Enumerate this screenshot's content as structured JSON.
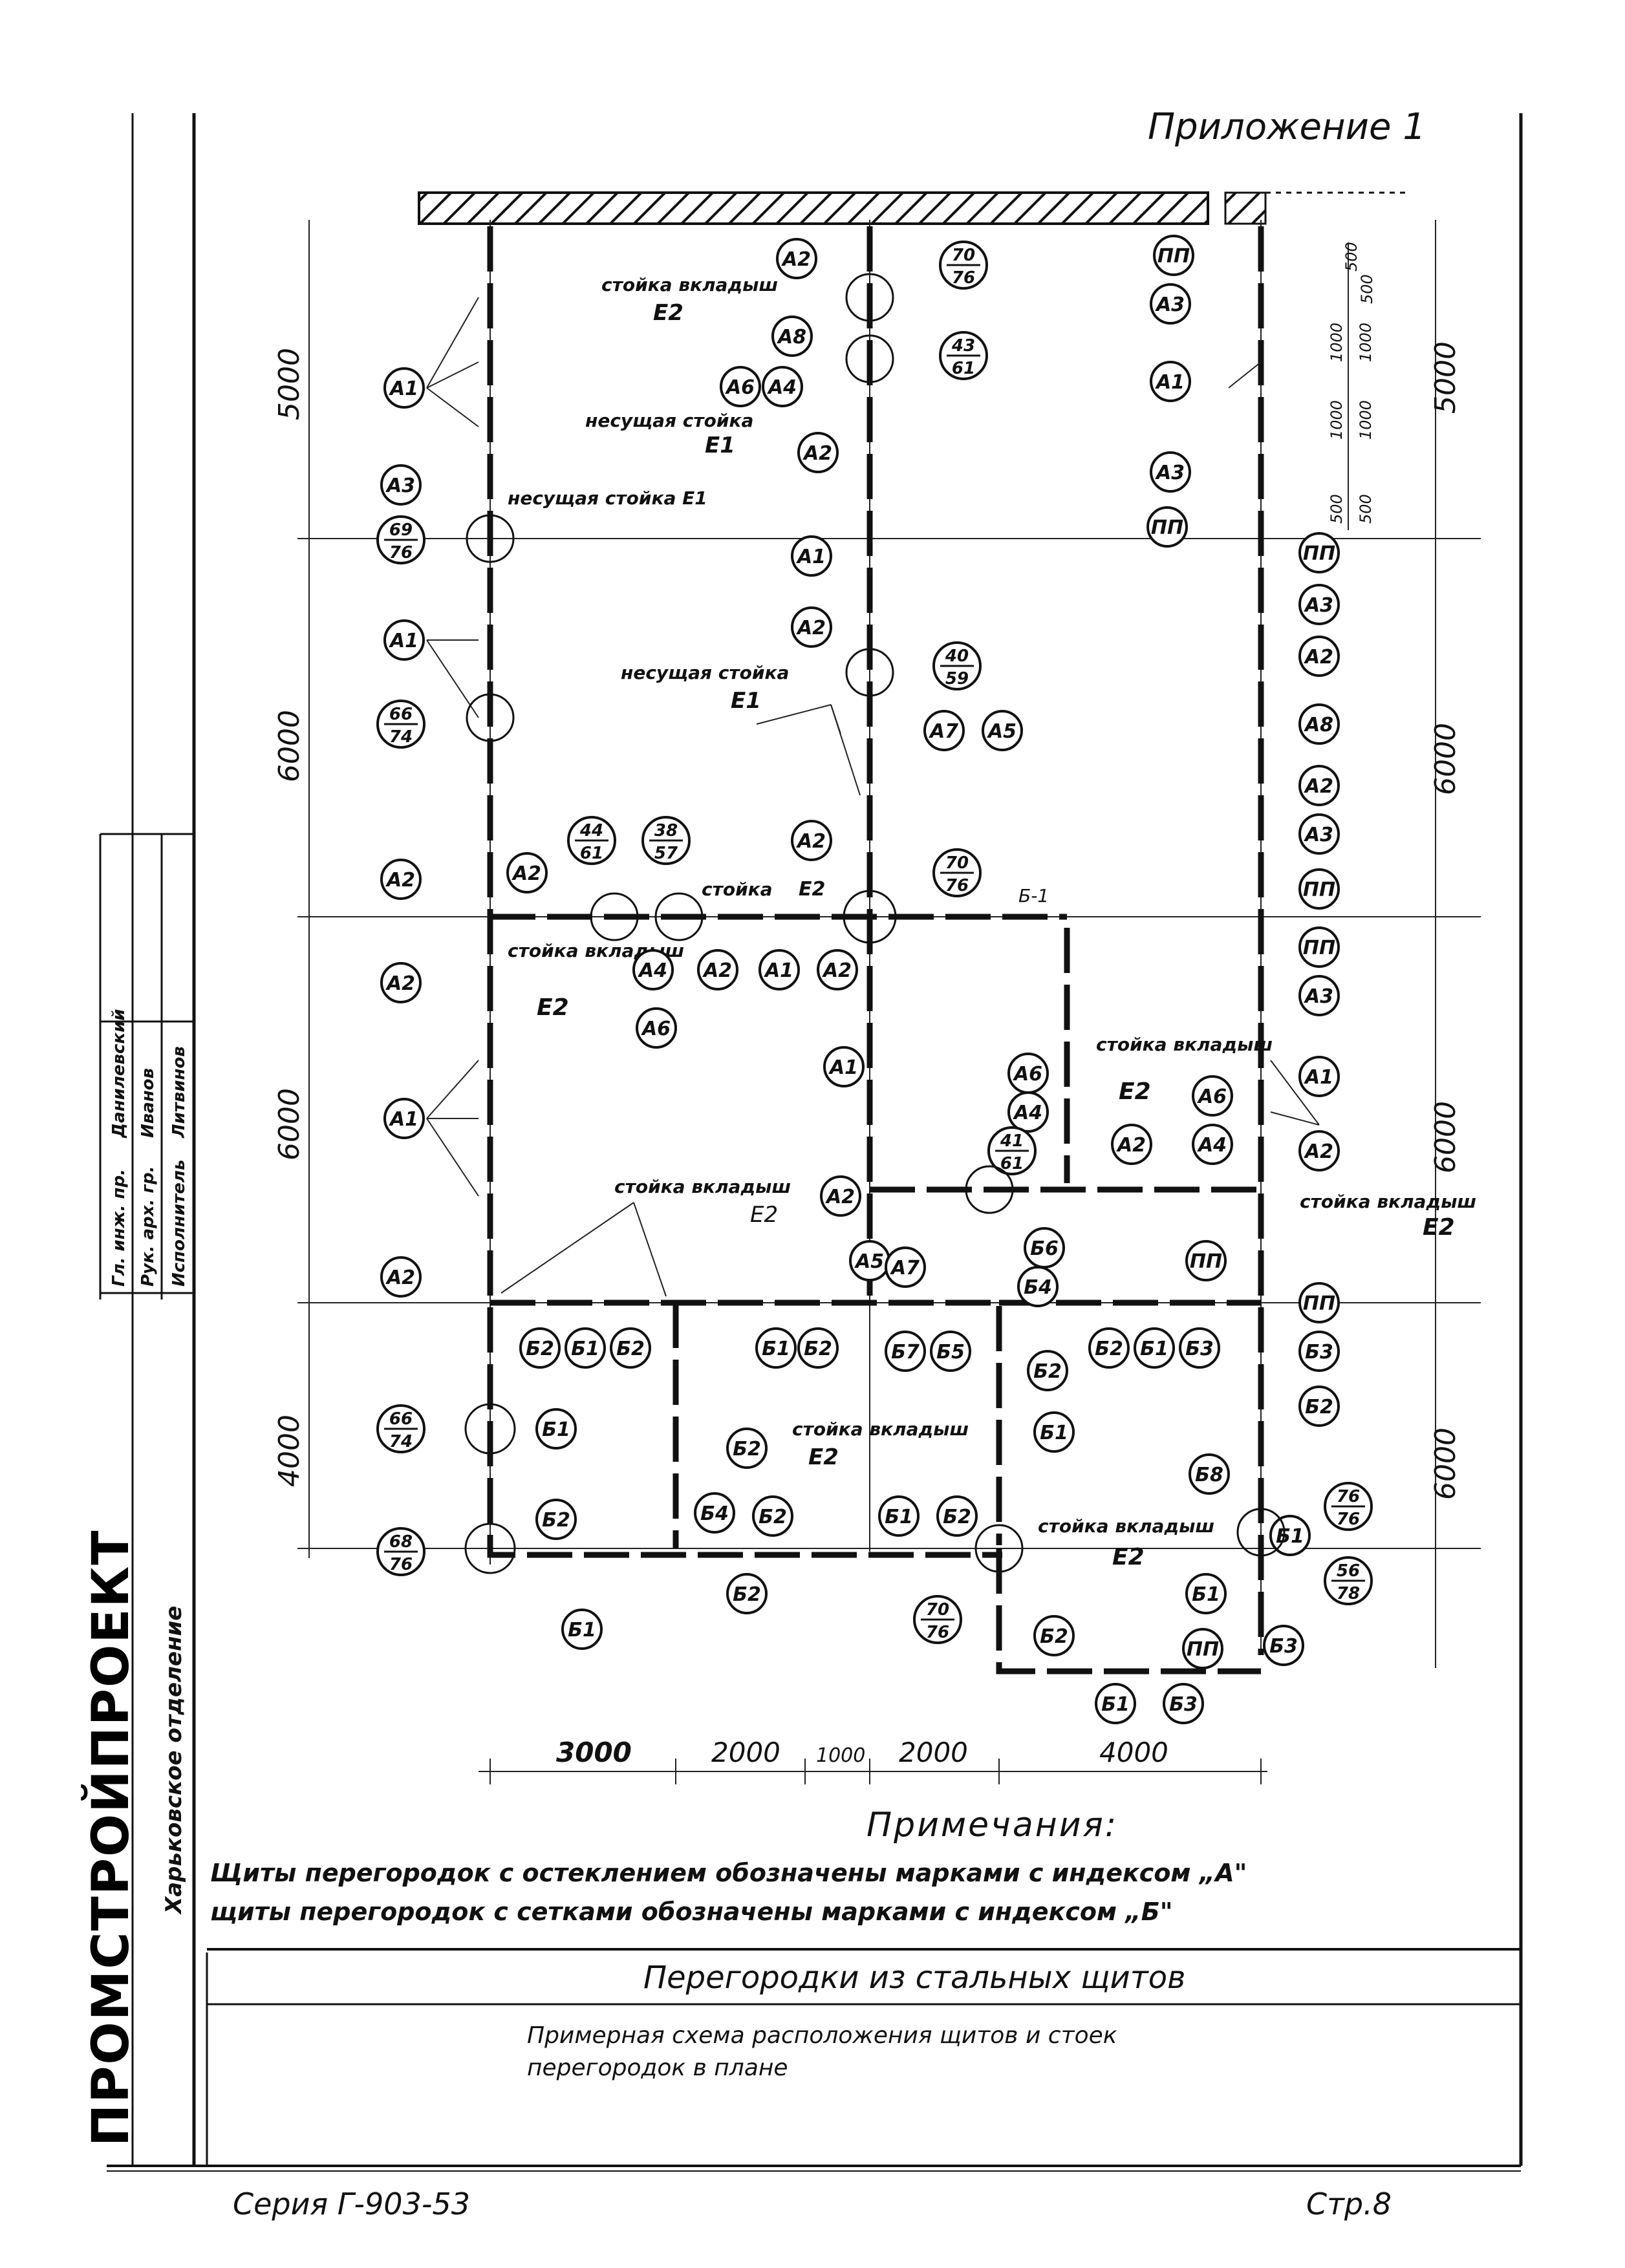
{
  "header": {
    "appendix": "Приложение 1"
  },
  "notes": {
    "title": "Примечания:",
    "line1": "Щиты перегородок с остеклением обозначены марками с индексом „А\"",
    "line2": "щиты перегородок с сетками обозначены марками с индексом „Б\""
  },
  "title_block": {
    "title": "Перегородки из стальных щитов",
    "subtitle_line1": "Примерная схема расположения щитов и стоек",
    "subtitle_line2": "перегородок в плане",
    "series": "Серия Г-903-53",
    "page": "Стр.8",
    "org": "ПРОМСТРОЙПРОЕКТ",
    "dept": "Харьковское отделение",
    "roles": [
      "Гл. инж. пр.",
      "Рук. арх. гр.",
      "Исполнитель"
    ],
    "names": [
      "Данилевский",
      "Иванов",
      "Литвинов"
    ]
  },
  "dimensions": {
    "left": [
      "5000",
      "6000",
      "6000",
      "4000"
    ],
    "right": [
      "5000",
      "6000",
      "6000",
      "6000"
    ],
    "bottom": [
      "3000",
      "2000",
      "1000",
      "2000",
      "4000"
    ],
    "small_right": [
      "500",
      "500",
      "1000",
      "1000",
      "1000",
      "1000",
      "500",
      "500"
    ]
  },
  "labels": {
    "stand_insert": "стойка вкладыш",
    "load_stand": "несущая стойка",
    "stand": "стойка",
    "E1": "Е1",
    "E2": "Е2",
    "B1": "Б-1",
    "load_stand_e1_inline": "несущая стойка Е1"
  }
}
